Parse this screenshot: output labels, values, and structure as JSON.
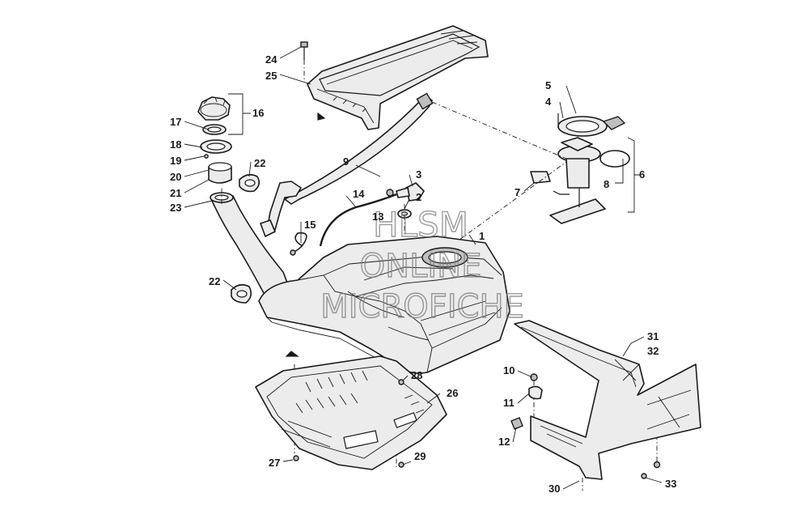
{
  "watermark": {
    "line1": "HLSM",
    "line2": "ONLINE",
    "line3": "MICROFICHE"
  },
  "callouts": {
    "c1": "1",
    "c2": "2",
    "c3": "3",
    "c4": "4",
    "c5": "5",
    "c6": "6",
    "c7": "7",
    "c8": "8",
    "c9": "9",
    "c10": "10",
    "c11": "11",
    "c12": "12",
    "c13": "13",
    "c14": "14",
    "c15": "15",
    "c16": "16",
    "c17": "17",
    "c18": "18",
    "c19": "19",
    "c20": "20",
    "c21": "21",
    "c22a": "22",
    "c22b": "22",
    "c23": "23",
    "c24": "24",
    "c25": "25",
    "c26": "26",
    "c27": "27",
    "c28": "28",
    "c29": "29",
    "c30": "30",
    "c31": "31",
    "c32": "32",
    "c33": "33"
  },
  "colors": {
    "ink": "#1a1a1a",
    "fill": "#ececec",
    "watermark": "#7a7a7a"
  }
}
